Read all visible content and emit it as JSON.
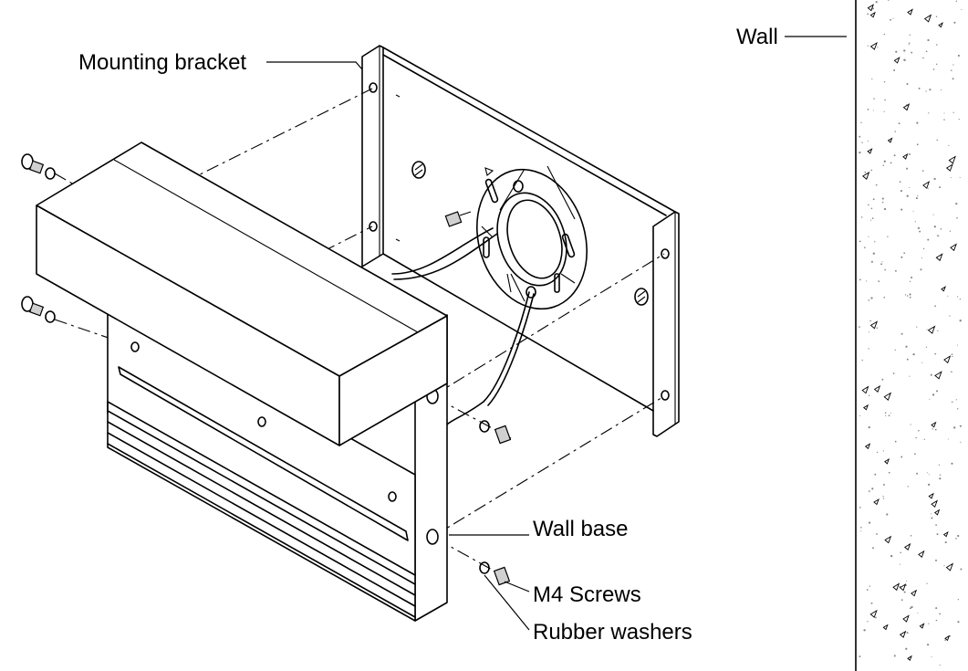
{
  "labels": {
    "mounting_bracket": "Mounting bracket",
    "wall": "Wall",
    "wall_base": "Wall base",
    "m4_screws": "M4 Screws",
    "rubber_washers": "Rubber washers"
  },
  "colors": {
    "line": "#000000",
    "background": "#ffffff",
    "wall_texture": "#888888"
  }
}
